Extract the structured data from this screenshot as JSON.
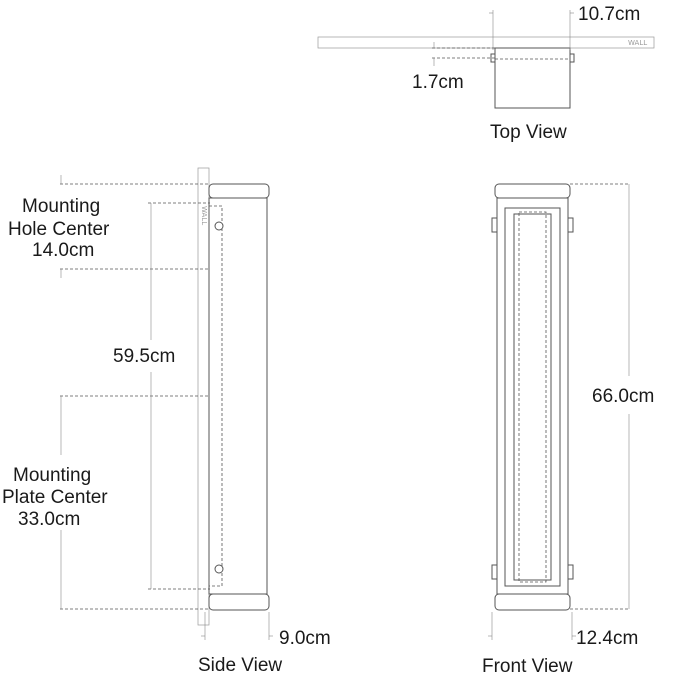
{
  "top_view": {
    "title": "Top View",
    "wall_label": "WALL",
    "depth": "10.7cm",
    "offset": "1.7cm"
  },
  "side_view": {
    "title": "Side View",
    "wall_label": "WALL",
    "mounting_hole_center": {
      "line1": "Mounting",
      "line2": "Hole Center",
      "value": "14.0cm"
    },
    "hole_spacing": "59.5cm",
    "mounting_plate_center": {
      "line1": "Mounting",
      "line2": "Plate Center",
      "value": "33.0cm"
    },
    "depth": "9.0cm"
  },
  "front_view": {
    "title": "Front View",
    "height": "66.0cm",
    "width": "12.4cm"
  }
}
